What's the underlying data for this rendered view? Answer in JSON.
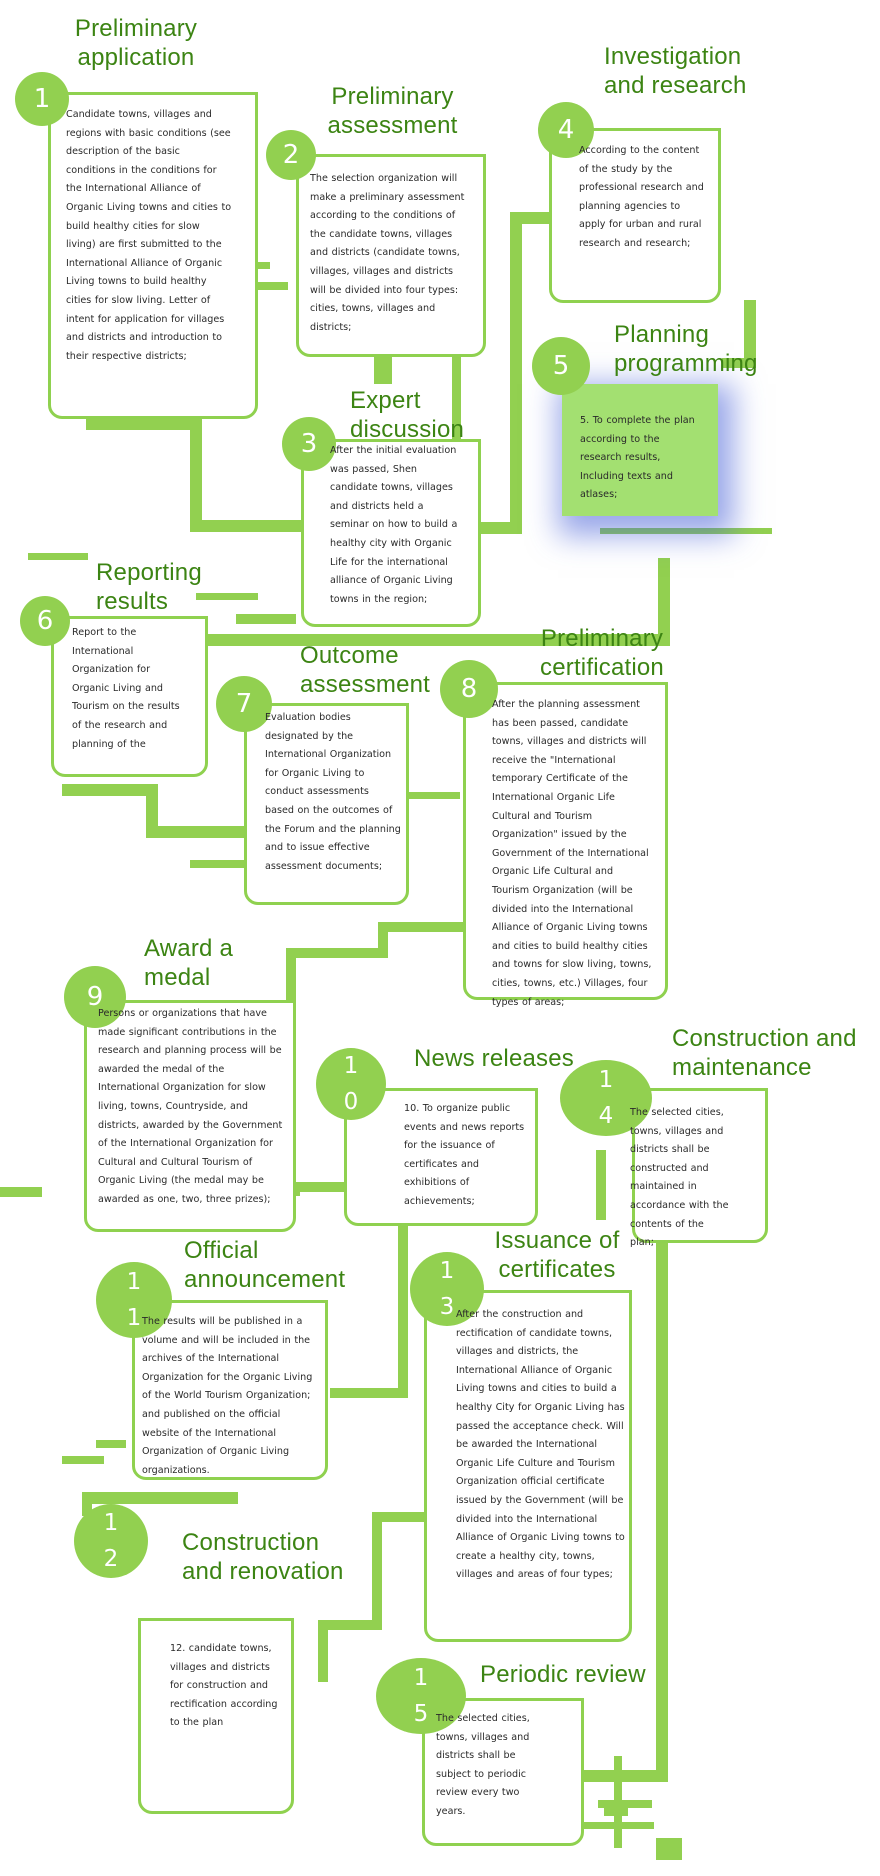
{
  "colors": {
    "accent": "#92d050",
    "line": "#92d050",
    "title": "#3c8413",
    "filled_box": "#a3e071",
    "glow": "#4a5fd7"
  },
  "steps": [
    {
      "number": "1",
      "title": "Preliminary application",
      "text": "Candidate towns, villages and regions with basic conditions (see description of the basic conditions in the conditions for the International Alliance of Organic Living towns and cities to build healthy cities for slow living) are first submitted to the International Alliance of Organic Living towns to build healthy cities for slow living. Letter of intent for application for villages and districts and introduction to their respective districts;"
    },
    {
      "number": "2",
      "title": "Preliminary assessment",
      "text": "The selection organization will make a preliminary assessment according to the conditions of the candidate towns, villages and districts (candidate towns, villages, villages and districts will be divided into four types: cities, towns, villages and districts;"
    },
    {
      "number": "3",
      "title": "Expert discussion",
      "text": "After the initial evaluation was passed, Shen candidate towns, villages and districts held a seminar on how to build a healthy city with Organic Life for the international alliance of Organic Living towns in the region;"
    },
    {
      "number": "4",
      "title": "Investigation and research",
      "text": "According to the content of the study by the professional research and planning agencies to apply for urban and rural research and research;"
    },
    {
      "number": "5",
      "title": "Planning programming",
      "text": "5. To complete the plan according to the research results, Including texts and atlases;"
    },
    {
      "number": "6",
      "title": "Reporting results",
      "text": "Report to the International Organization for Organic Living and Tourism on the results of the research and planning of the"
    },
    {
      "number": "7",
      "title": "Outcome assessment",
      "text": "Evaluation bodies designated by the International Organization for Organic Living to conduct assessments based on the outcomes of the Forum and the planning and to issue effective assessment documents;"
    },
    {
      "number": "8",
      "title": "Preliminary certification",
      "text": "After the planning assessment has been passed, candidate towns, villages and districts will receive the \"International temporary Certificate of the International Organic Life Cultural and Tourism Organization\" issued by the Government of the International Organic Life Cultural and Tourism Organization (will be divided into the International Alliance of Organic Living towns and cities to build healthy cities and towns for slow living, towns, cities, towns, etc.) Villages, four types of areas;"
    },
    {
      "number": "9",
      "title": "Award a medal",
      "text": "Persons or organizations that have made significant contributions in the research and planning process will be awarded the medal of the International Organization for slow living, towns, Countryside, and districts, awarded by the Government of the International Organization for Cultural and Cultural Tourism of Organic Living (the medal may be awarded as one, two, three prizes);"
    },
    {
      "number": "10",
      "title": "News releases",
      "text": "10. To organize public events and news reports for the issuance of certificates and exhibitions of achievements;"
    },
    {
      "number": "11",
      "title": "Official announcement",
      "text": "The results will be published in a volume and will be included in the archives of the International Organization for the Organic Living of the World Tourism Organization; and published on the official website of the International Organization of Organic Living organizations."
    },
    {
      "number": "12",
      "title": "Construction and renovation",
      "text": "12. candidate towns, villages and districts for construction and rectification according to the plan"
    },
    {
      "number": "13",
      "title": "Issuance of certificates",
      "text": "After the construction and rectification of candidate towns, villages and districts, the International Alliance of Organic Living towns and cities to build a healthy City for Organic Living has passed the acceptance check. Will be awarded the International Organic Life Culture and Tourism Organization official certificate issued by the Government (will be divided into the International Alliance of Organic Living towns to create a healthy city, towns, villages and areas of four types;"
    },
    {
      "number": "14",
      "title": "Construction and maintenance",
      "text": "The selected cities, towns, villages and districts shall be constructed and maintained in accordance with the contents of the plan;"
    },
    {
      "number": "15",
      "title": "Periodic review",
      "text": "The selected cities, towns, villages and districts shall be subject to periodic review every two years."
    }
  ]
}
